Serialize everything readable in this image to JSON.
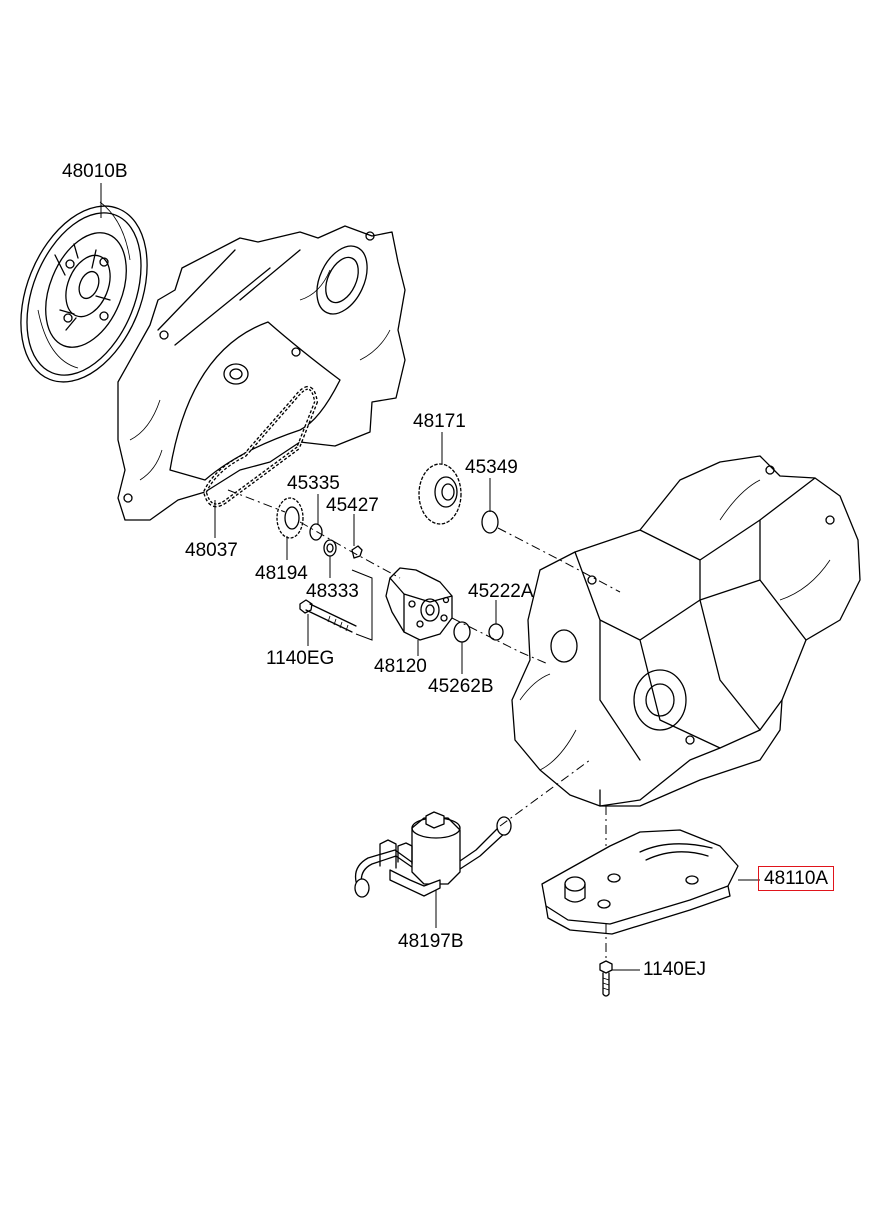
{
  "parts": [
    {
      "id": "flywheel",
      "label": "48010B"
    },
    {
      "id": "chain",
      "label": "48037"
    },
    {
      "id": "sprocket-drive",
      "label": "48194"
    },
    {
      "id": "ring-45335",
      "label": "45335"
    },
    {
      "id": "seal-48333",
      "label": "48333"
    },
    {
      "id": "pin-45427",
      "label": "45427"
    },
    {
      "id": "sprocket-driven",
      "label": "48171"
    },
    {
      "id": "snap-ring",
      "label": "45349"
    },
    {
      "id": "oring-45222a",
      "label": "45222A"
    },
    {
      "id": "oil-pump",
      "label": "48120"
    },
    {
      "id": "oring-45262b",
      "label": "45262B"
    },
    {
      "id": "bolt-1140eg",
      "label": "1140EG"
    },
    {
      "id": "oil-filter",
      "label": "48197B"
    },
    {
      "id": "oil-strainer",
      "label": "48110A",
      "highlighted": true
    },
    {
      "id": "bolt-1140ej",
      "label": "1140EJ"
    }
  ],
  "colors": {
    "line": "#000000",
    "highlight": "#e0141b",
    "background": "#ffffff"
  }
}
